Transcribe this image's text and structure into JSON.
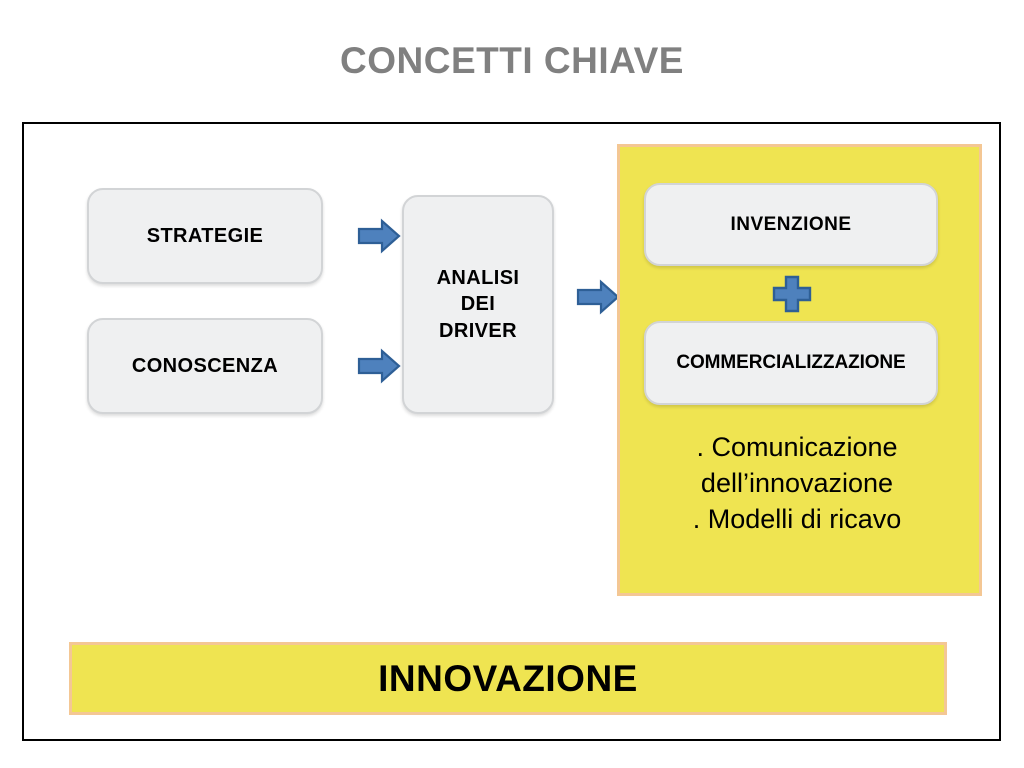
{
  "page_title": "CONCETTI CHIAVE",
  "colors": {
    "title_gray": "#808080",
    "node_fill": "#eff0f1",
    "node_border": "#d2d4d6",
    "yellow_fill": "#efe451",
    "yellow_border": "#f4c794",
    "arrow_fill": "#4e81bd",
    "arrow_border": "#2e5f96",
    "frame_border": "#000000"
  },
  "diagram": {
    "inputs": [
      {
        "label": "STRATEGIE"
      },
      {
        "label": "CONOSCENZA"
      }
    ],
    "process": {
      "line1": "ANALISI",
      "line2": "DEI",
      "line3": "DRIVER"
    },
    "arrows": {
      "strategie_arrow": "right-arrow-icon",
      "conoscenza_arrow": "right-arrow-icon",
      "process_arrow": "right-arrow-icon"
    },
    "output_panel": {
      "top_box": "INVENZIONE",
      "operator": "plus-icon",
      "bottom_box": "COMMERCIALIZZAZIONE",
      "bullets": [
        ". Comunicazione",
        "dell’innovazione",
        ". Modelli di ricavo"
      ]
    },
    "banner": {
      "label": "INNOVAZIONE"
    }
  }
}
